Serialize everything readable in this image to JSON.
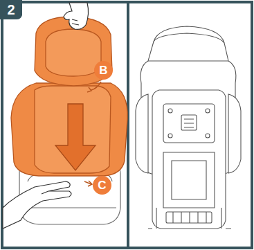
{
  "diagram": {
    "nodes": [
      {
        "text": [
          "2"
        ]
      },
      {
        "text": [
          "B"
        ]
      },
      {
        "text": [
          "C"
        ]
      }
    ]
  }
}
